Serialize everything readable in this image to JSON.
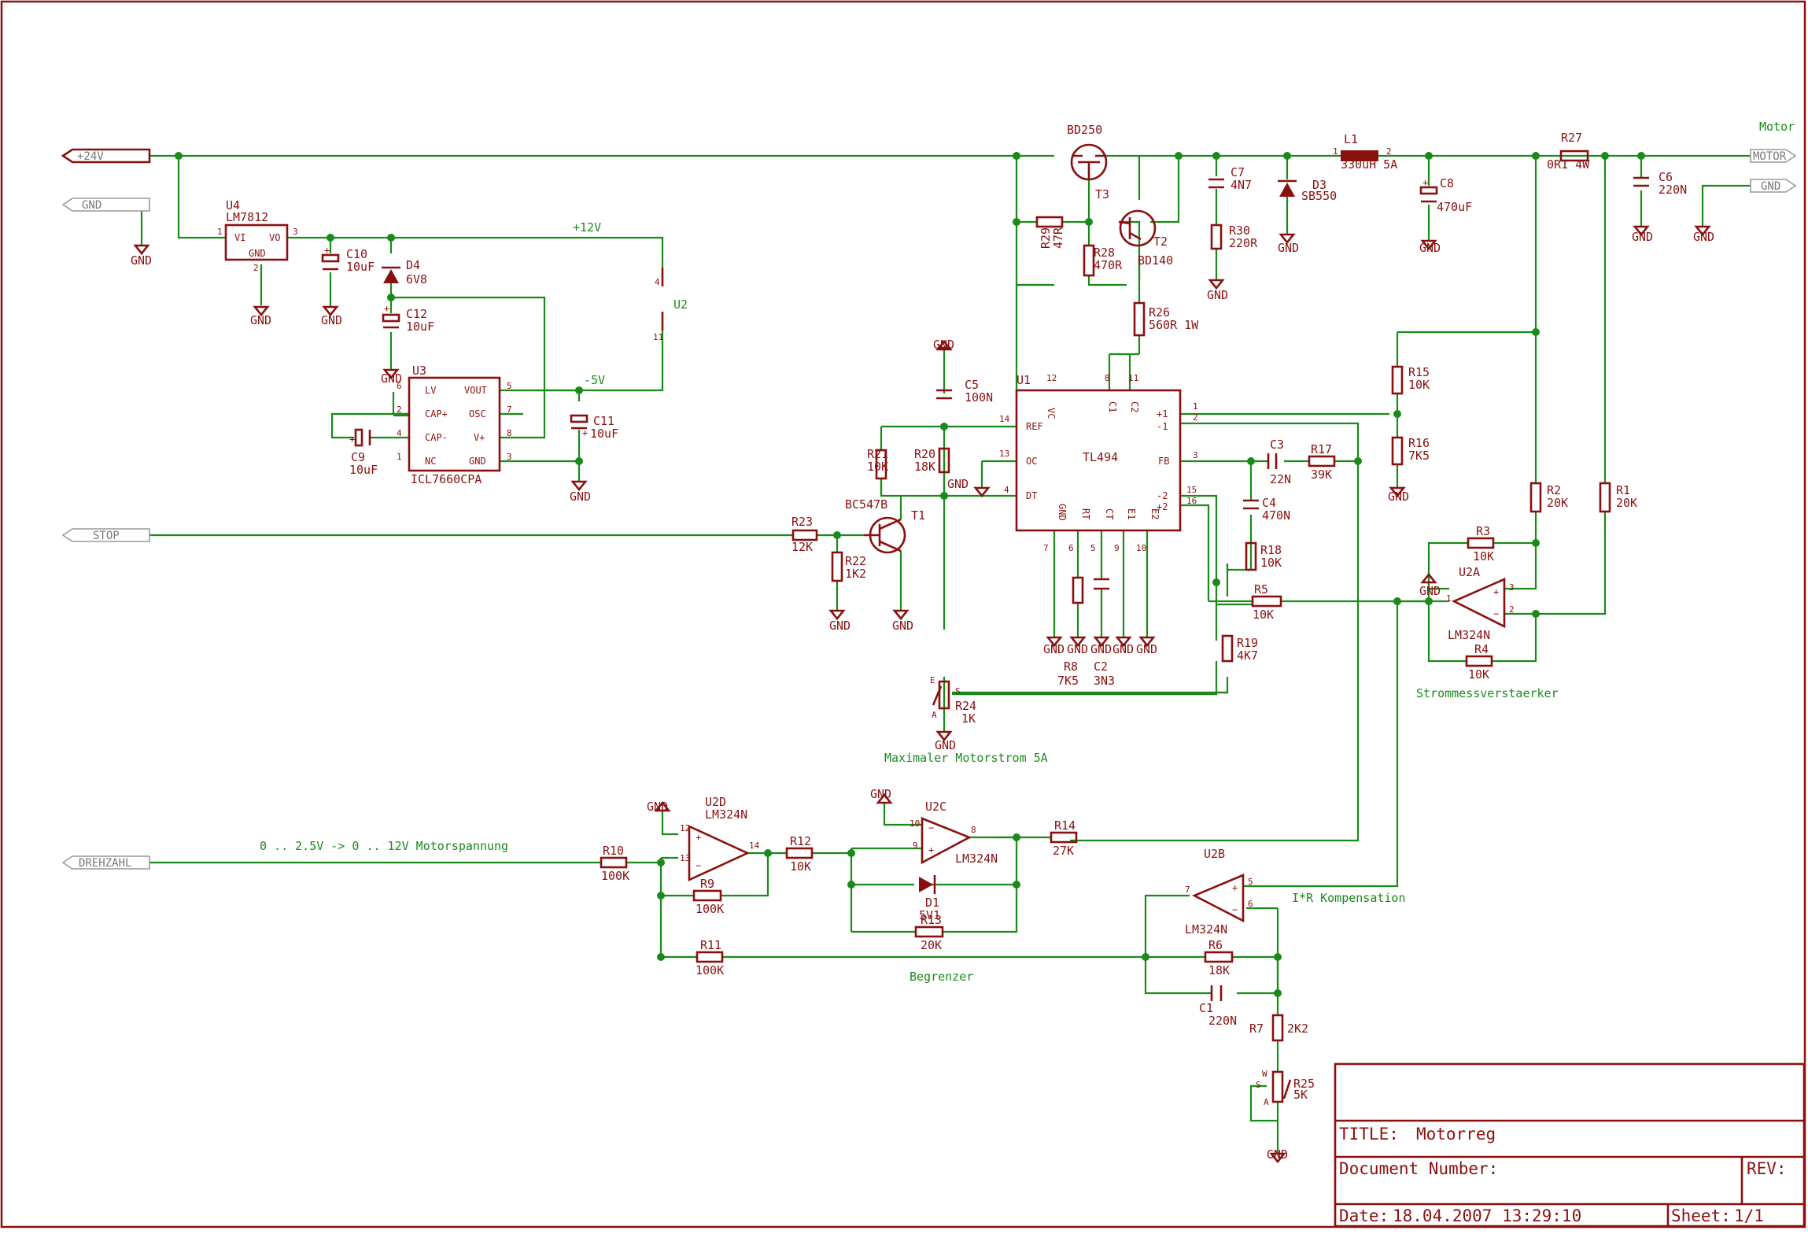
{
  "title_block": {
    "title_label": "TITLE:",
    "title_value": "Motorreg",
    "document_label": "Document Number:",
    "rev_label": "REV:",
    "date_label": "Date:",
    "date_value": "18.04.2007 13:29:10",
    "sheet_label": "Sheet:",
    "sheet_value": "1/1"
  },
  "ports": {
    "p24v": "+24V",
    "gnd1": "GND",
    "stop": "STOP",
    "drehzahl": "DREHZAHL",
    "motor": "MOTOR",
    "gnd2": "GND"
  },
  "nets": {
    "plus12": "+12V",
    "minus5": "-5V",
    "motor": "Motor",
    "gnd": "GND"
  },
  "notes": {
    "max_strom": "Maximaler Motorstrom  5A",
    "strommess": "Strommessverstaerker",
    "ixr": "I*R Kompensation",
    "begrenzer": "Begrenzer",
    "spannung": "0 .. 2.5V -> 0 .. 12V Motorspannung"
  },
  "ics": {
    "u1": {
      "ref": "U1",
      "name": "TL494",
      "pins_left": [
        "VC",
        "REF",
        "OC",
        "DT"
      ],
      "pins_top": [
        "C1",
        "C2"
      ],
      "pins_right": [
        "+1",
        "-1",
        "FB",
        "-2",
        "+2"
      ],
      "pins_bottom": [
        "GND",
        "RT",
        "CT",
        "E1",
        "E2"
      ]
    },
    "u3": {
      "ref": "U3",
      "name": "ICL7660CPA",
      "pins_left": [
        "LV",
        "CAP+",
        "CAP-",
        "NC"
      ],
      "pins_right": [
        "VOUT",
        "OSC",
        "V+",
        "GND"
      ]
    },
    "u4": {
      "ref": "U4",
      "name": "LM7812",
      "pin_vi": "VI",
      "pin_vo": "VO",
      "pin_gnd": "GND"
    },
    "u2": {
      "ref": "U2",
      "pwr_a": "4",
      "pwr_b": "11"
    },
    "u2a": {
      "ref": "U2A",
      "name": "LM324N"
    },
    "u2b": {
      "ref": "U2B",
      "name": "LM324N"
    },
    "u2c": {
      "ref": "U2C",
      "name": "LM324N"
    },
    "u2d": {
      "ref": "U2D",
      "name": "LM324N"
    }
  },
  "transistors": {
    "t1": {
      "ref": "T1",
      "name": "BC547B"
    },
    "t2": {
      "ref": "T2",
      "name": "BD140"
    },
    "t3": {
      "ref": "T3",
      "name": "BD250"
    }
  },
  "components": {
    "r1": {
      "ref": "R1",
      "value": "20K"
    },
    "r2": {
      "ref": "R2",
      "value": "20K"
    },
    "r3": {
      "ref": "R3",
      "value": "10K"
    },
    "r4": {
      "ref": "R4",
      "value": "10K"
    },
    "r5": {
      "ref": "R5",
      "value": "10K"
    },
    "r6": {
      "ref": "R6",
      "value": "18K"
    },
    "r7": {
      "ref": "R7",
      "value": "2K2"
    },
    "r8": {
      "ref": "R8",
      "value": "7K5"
    },
    "r9": {
      "ref": "R9",
      "value": "100K"
    },
    "r10": {
      "ref": "R10",
      "value": "100K"
    },
    "r11": {
      "ref": "R11",
      "value": "100K"
    },
    "r12": {
      "ref": "R12",
      "value": "10K"
    },
    "r13": {
      "ref": "R13",
      "value": "20K"
    },
    "r14": {
      "ref": "R14",
      "value": "27K"
    },
    "r15": {
      "ref": "R15",
      "value": "10K"
    },
    "r16": {
      "ref": "R16",
      "value": "7K5"
    },
    "r17": {
      "ref": "R17",
      "value": "39K"
    },
    "r18": {
      "ref": "R18",
      "value": "10K"
    },
    "r19": {
      "ref": "R19",
      "value": "4K7"
    },
    "r20": {
      "ref": "R20",
      "value": "18K"
    },
    "r21": {
      "ref": "R21",
      "value": "10K"
    },
    "r22": {
      "ref": "R22",
      "value": "1K2"
    },
    "r23": {
      "ref": "R23",
      "value": "12K"
    },
    "r24": {
      "ref": "R24",
      "value": "1K"
    },
    "r25": {
      "ref": "R25",
      "value": "5K"
    },
    "r26": {
      "ref": "R26",
      "value": "560R 1W"
    },
    "r27": {
      "ref": "R27",
      "value": "0R1 4W"
    },
    "r28": {
      "ref": "R28",
      "value": "470R"
    },
    "r29": {
      "ref": "R29",
      "value": "47R"
    },
    "r30": {
      "ref": "R30",
      "value": "220R"
    },
    "c1": {
      "ref": "C1",
      "value": "220N"
    },
    "c2": {
      "ref": "C2",
      "value": "3N3"
    },
    "c3": {
      "ref": "C3",
      "value": "22N"
    },
    "c4": {
      "ref": "C4",
      "value": "470N"
    },
    "c5": {
      "ref": "C5",
      "value": "100N"
    },
    "c6": {
      "ref": "C6",
      "value": "220N"
    },
    "c7": {
      "ref": "C7",
      "value": "4N7"
    },
    "c8": {
      "ref": "C8",
      "value": "470uF"
    },
    "c9": {
      "ref": "C9",
      "value": "10uF"
    },
    "c10": {
      "ref": "C10",
      "value": "10uF"
    },
    "c11": {
      "ref": "C11",
      "value": "10uF"
    },
    "c12": {
      "ref": "C12",
      "value": "10uF"
    },
    "d1": {
      "ref": "D1",
      "value": "5V1"
    },
    "d3": {
      "ref": "D3",
      "value": "SB550"
    },
    "d4": {
      "ref": "D4",
      "value": "6V8"
    },
    "l1": {
      "ref": "L1",
      "value": "330uH 5A"
    }
  }
}
